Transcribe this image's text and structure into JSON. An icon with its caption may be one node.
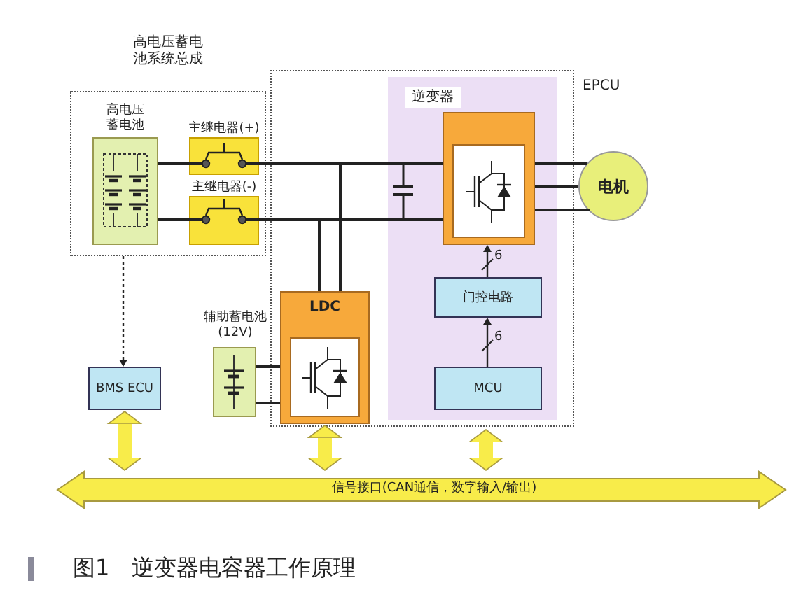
{
  "diagram": {
    "caption": "图1　逆变器电容器工作原理",
    "nodes": [
      {
        "text": [
          "高电压蓄电池系统总成"
        ]
      },
      {
        "text": [
          "高电压蓄电池"
        ],
        "in": 0
      },
      {
        "text": [
          "主继电器(+)"
        ],
        "in": 0
      },
      {
        "text": [
          "主继电器(-)"
        ],
        "in": 0
      },
      {
        "text": [
          "EPCU"
        ]
      },
      {
        "text": [
          "逆变器"
        ],
        "in": 4
      },
      {
        "text": [],
        "shape": "box",
        "in": 5
      },
      {
        "text": [
          "电机"
        ]
      },
      {
        "text": [
          "门控电路"
        ],
        "in": 5
      },
      {
        "text": [
          "MCU"
        ],
        "in": 5
      },
      {
        "text": [
          "LDC"
        ],
        "in": 4
      },
      {
        "text": [
          "辅助蓄电池(12V)"
        ]
      },
      {
        "text": [
          "BMS ECU"
        ]
      },
      {
        "text": [
          "信号接口(CAN通信，数字输入/输出)"
        ]
      }
    ],
    "edges": [
      {
        "from": 1,
        "to": 2,
        "arrow": "none"
      },
      {
        "from": 1,
        "to": 3,
        "arrow": "none"
      },
      {
        "from": 2,
        "to": 6,
        "arrow": "none"
      },
      {
        "from": 3,
        "to": 6,
        "arrow": "none"
      },
      {
        "from": 2,
        "to": 10,
        "arrow": "none"
      },
      {
        "from": 3,
        "to": 10,
        "arrow": "none"
      },
      {
        "from": 6,
        "to": 7,
        "arrow": "none"
      },
      {
        "from": 6,
        "to": 7,
        "arrow": "none"
      },
      {
        "from": 6,
        "to": 7,
        "arrow": "none"
      },
      {
        "from": 8,
        "to": 6,
        "arrow": "to",
        "label": "6"
      },
      {
        "from": 9,
        "to": 8,
        "arrow": "to",
        "label": "6"
      },
      {
        "from": 11,
        "to": 10,
        "arrow": "none"
      },
      {
        "from": 11,
        "to": 10,
        "arrow": "none"
      },
      {
        "from": 0,
        "to": 12,
        "arrow": "to",
        "style": "dashed"
      },
      {
        "from": 12,
        "to": 13,
        "arrow": "both",
        "style": "thick",
        "color": "#f8ec4a"
      },
      {
        "from": 10,
        "to": 13,
        "arrow": "both",
        "style": "thick",
        "color": "#f8ec4a"
      },
      {
        "from": 4,
        "to": 13,
        "arrow": "both",
        "style": "thick",
        "color": "#f8ec4a"
      }
    ]
  }
}
